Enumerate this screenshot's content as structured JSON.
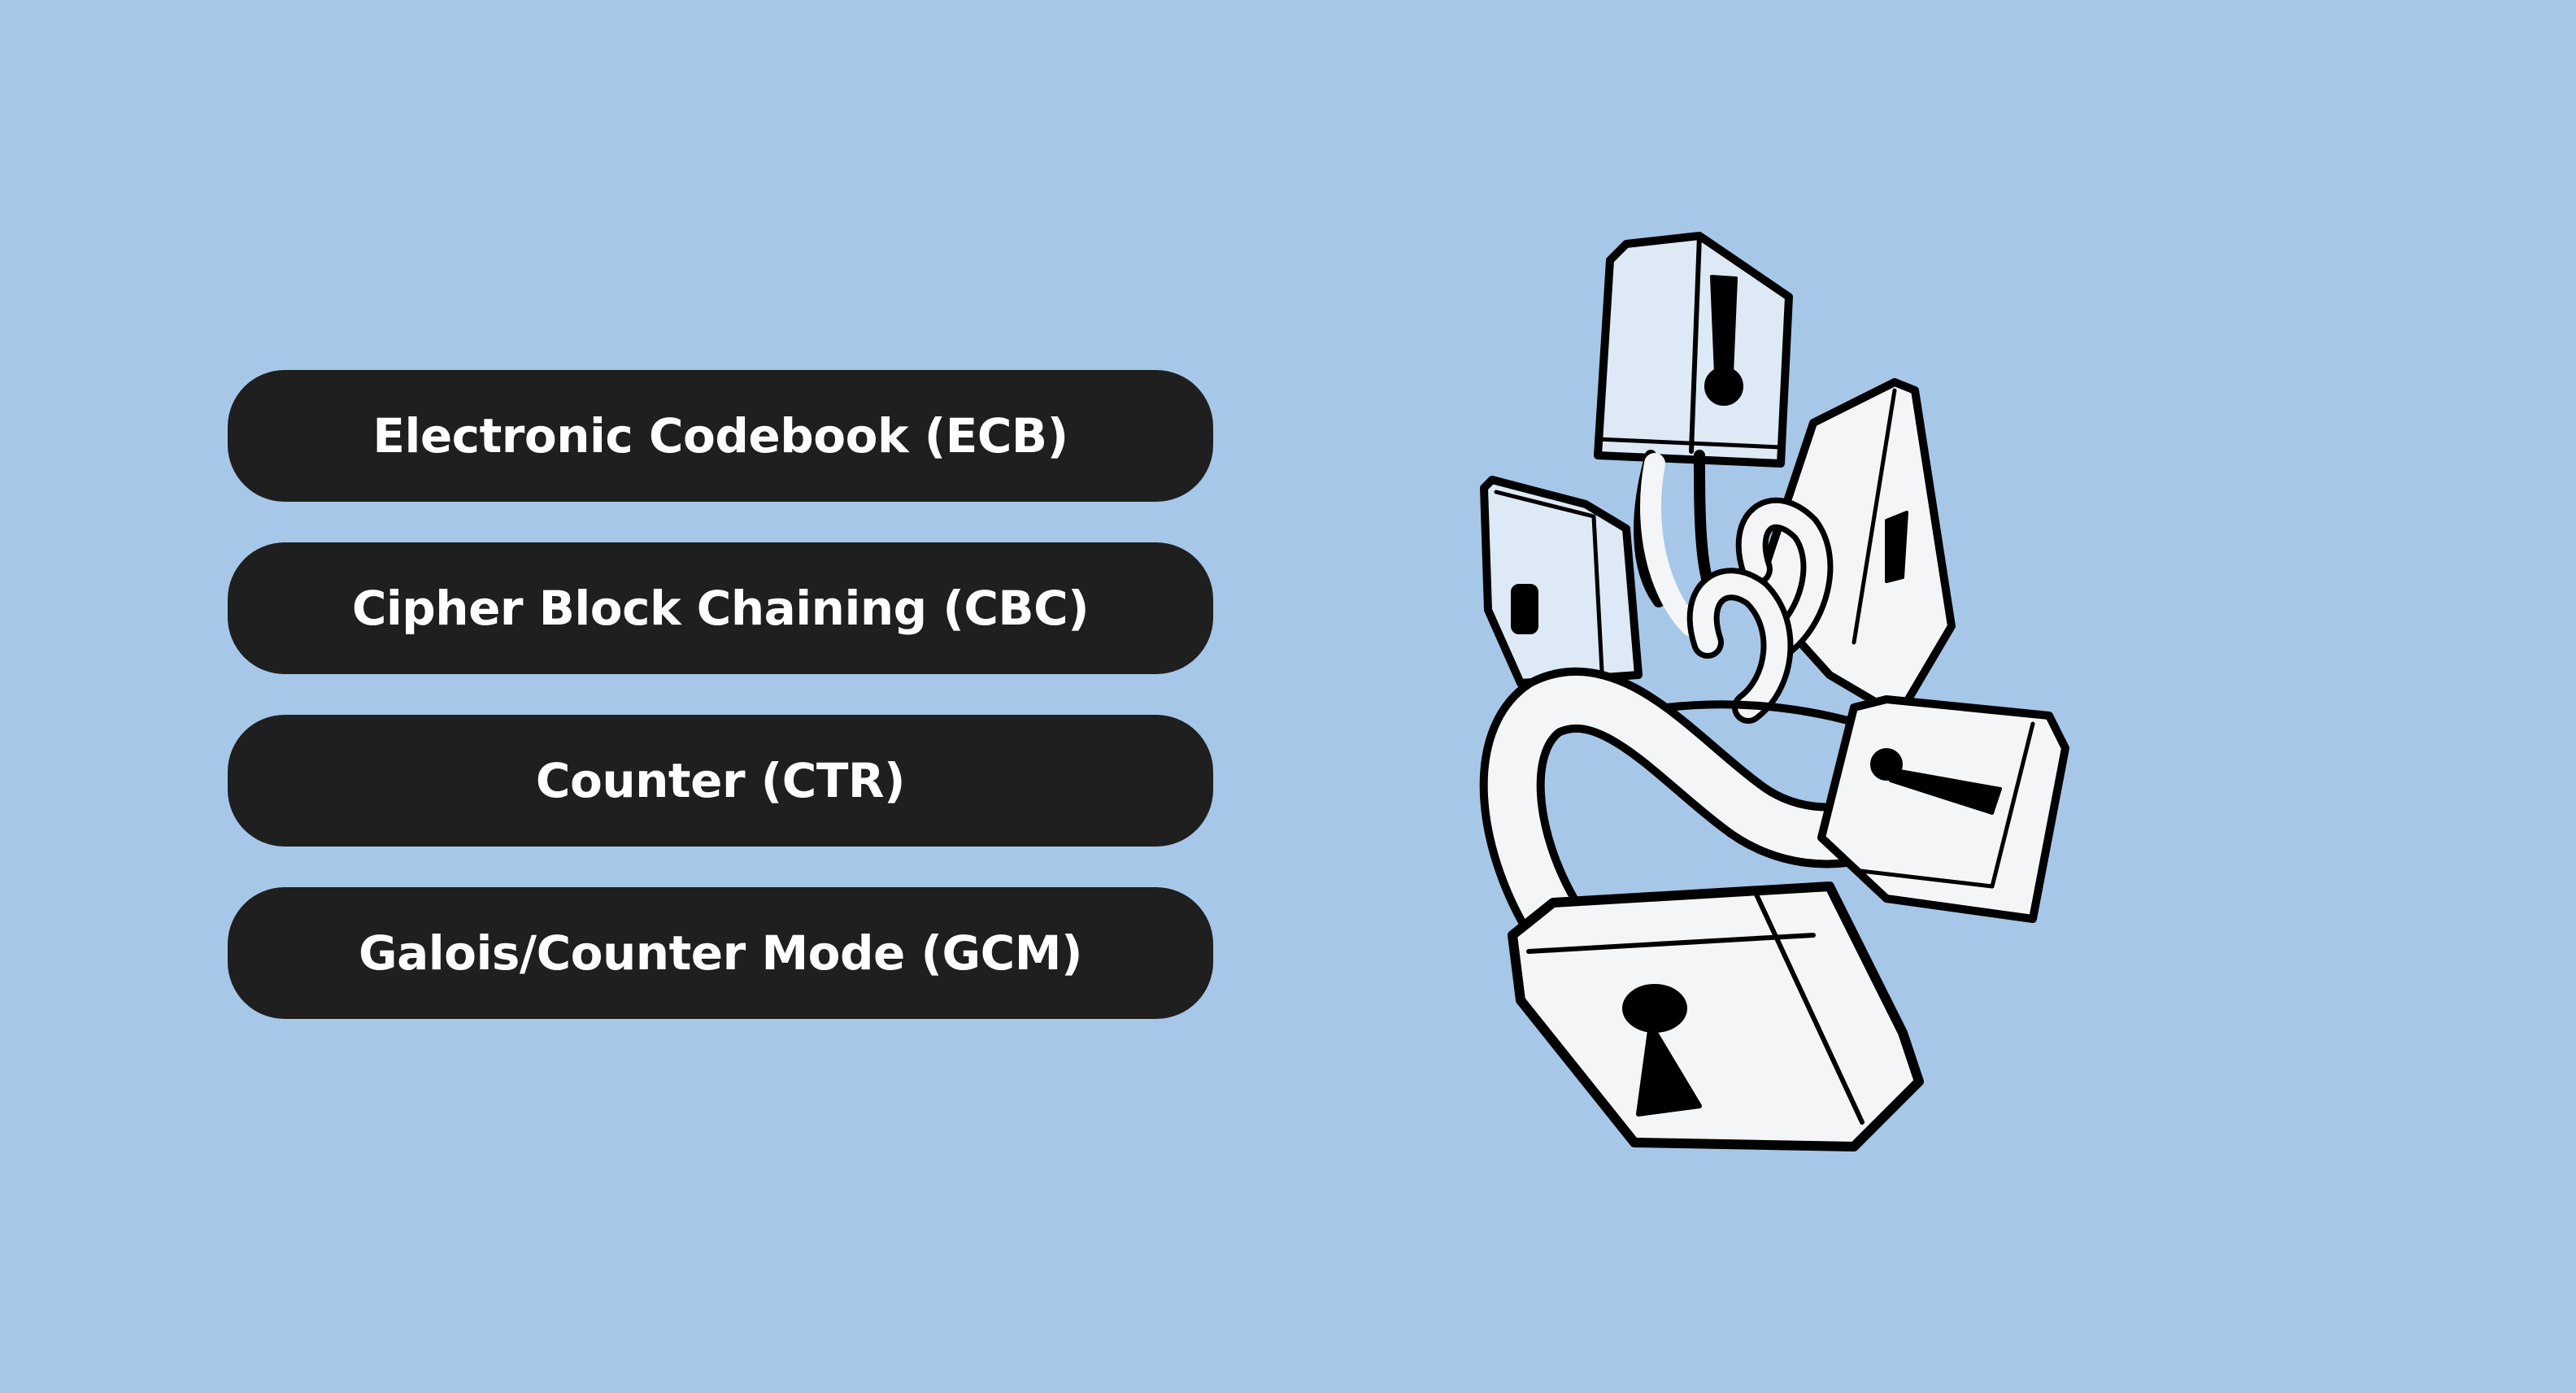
{
  "colors": {
    "background": "#a6c7e8",
    "pill": "#1f1f1f",
    "pill_text": "#ffffff",
    "lock_fill": "#f4f5f6",
    "lock_fill_blue": "#dde9f5",
    "outline": "#000000"
  },
  "modes": [
    {
      "label": "Electronic Codebook (ECB)"
    },
    {
      "label": "Cipher Block Chaining (CBC)"
    },
    {
      "label": "Counter (CTR)"
    },
    {
      "label": "Galois/Counter Mode (GCM)"
    }
  ],
  "illustration": {
    "icon": "chained-padlocks-icon"
  }
}
